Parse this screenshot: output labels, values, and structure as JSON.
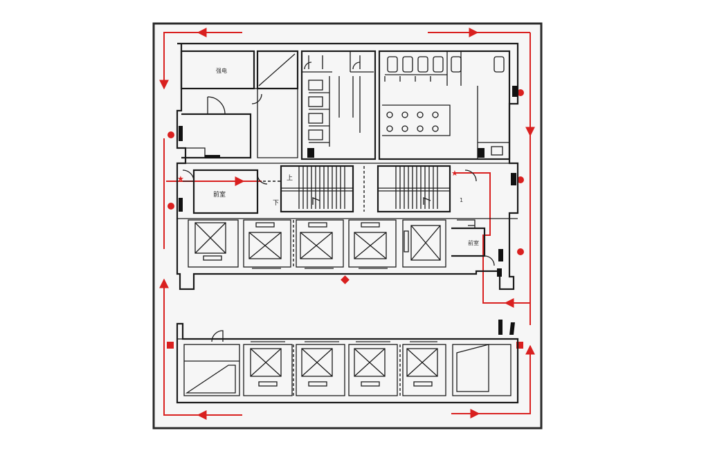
{
  "labels": {
    "electrical_room": "强电",
    "lobby_left": "前室",
    "lobby_right": "前室",
    "stair_up": "上",
    "stair_down": "下",
    "stair_right_one": "1"
  },
  "colors": {
    "evacuation_route": "#d9201f",
    "walls": "#1a1a1a",
    "frame": "#2a2a2a"
  },
  "icons": {
    "route_arrow": "arrow-icon",
    "hydrant_marker": "circle-icon",
    "exit_marker": "square-icon",
    "position_marker": "diamond-icon",
    "firefighting_marker": "star-icon",
    "elevator": "cross-box-icon",
    "toilet": "toilet-icon"
  }
}
